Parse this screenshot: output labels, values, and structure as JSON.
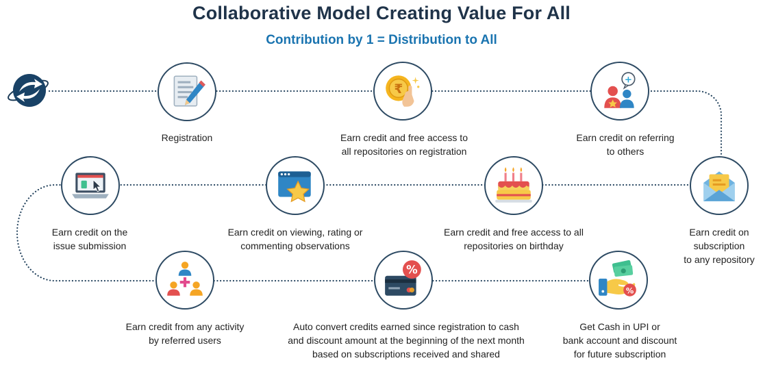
{
  "title": "Collaborative Model Creating Value For All",
  "subtitle": "Contribution by 1 = Distribution to All",
  "colors": {
    "title": "#1f3349",
    "subtitle": "#1a74b0",
    "connector": "#24435e",
    "node_border": "#2d4a63"
  },
  "steps": [
    {
      "icon": "document-pencil-icon",
      "lines": [
        "Registration"
      ]
    },
    {
      "icon": "rupee-coin-icon",
      "lines": [
        "Earn credit and free access to",
        "all repositories on registration"
      ]
    },
    {
      "icon": "referral-users-icon",
      "lines": [
        "Earn credit on referring",
        "to others"
      ]
    },
    {
      "icon": "envelope-letter-icon",
      "lines": [
        "Earn credit on",
        "subscription",
        "to any repository"
      ]
    },
    {
      "icon": "birthday-cake-icon",
      "lines": [
        "Earn credit and free access to all",
        "repositories on birthday"
      ]
    },
    {
      "icon": "browser-star-icon",
      "lines": [
        "Earn credit on viewing, rating or",
        "commenting observations"
      ]
    },
    {
      "icon": "laptop-cursor-icon",
      "lines": [
        "Earn credit on the",
        "issue submission"
      ]
    },
    {
      "icon": "user-network-icon",
      "lines": [
        "Earn credit from any activity",
        "by referred users"
      ]
    },
    {
      "icon": "credit-card-discount-icon",
      "lines": [
        "Auto convert credits earned since registration to cash",
        "and discount amount at the beginning of the next month",
        "based on subscriptions received and shared"
      ]
    },
    {
      "icon": "cash-hand-icon",
      "lines": [
        "Get Cash in UPI or",
        "bank account and discount",
        "for future subscription"
      ]
    }
  ]
}
